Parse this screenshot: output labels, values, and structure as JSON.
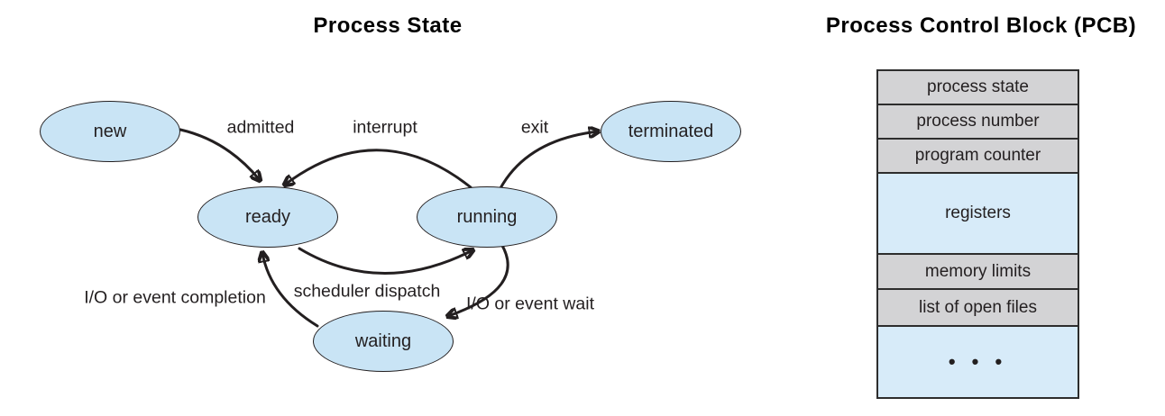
{
  "left_diagram": {
    "title": "Process State",
    "nodes": [
      {
        "id": "new",
        "label": "new"
      },
      {
        "id": "ready",
        "label": "ready"
      },
      {
        "id": "running",
        "label": "running"
      },
      {
        "id": "terminated",
        "label": "terminated"
      },
      {
        "id": "waiting",
        "label": "waiting"
      }
    ],
    "edges": [
      {
        "id": "admitted",
        "label": "admitted",
        "from": "new",
        "to": "ready"
      },
      {
        "id": "interrupt",
        "label": "interrupt",
        "from": "running",
        "to": "ready"
      },
      {
        "id": "exit",
        "label": "exit",
        "from": "running",
        "to": "terminated"
      },
      {
        "id": "scheduler-dispatch",
        "label": "scheduler dispatch",
        "from": "ready",
        "to": "running"
      },
      {
        "id": "io-or-event-wait",
        "label": "I/O or event wait",
        "from": "running",
        "to": "waiting"
      },
      {
        "id": "io-or-event-completion",
        "label": "I/O or event completion",
        "from": "waiting",
        "to": "ready"
      }
    ]
  },
  "right_panel": {
    "title": "Process Control Block (PCB)",
    "rows": [
      {
        "label": "process state",
        "tone": "gray"
      },
      {
        "label": "process number",
        "tone": "gray"
      },
      {
        "label": "program counter",
        "tone": "gray"
      },
      {
        "label": "registers",
        "tone": "blue"
      },
      {
        "label": "memory limits",
        "tone": "gray"
      },
      {
        "label": "list of open files",
        "tone": "gray"
      },
      {
        "label": "• • •",
        "tone": "blue"
      }
    ]
  },
  "colors": {
    "ink": "#231f20",
    "node_fill": "#c9e4f5",
    "row_gray": "#d3d3d5",
    "row_blue": "#d7ebf9",
    "table_border": "#2d2d2d"
  }
}
